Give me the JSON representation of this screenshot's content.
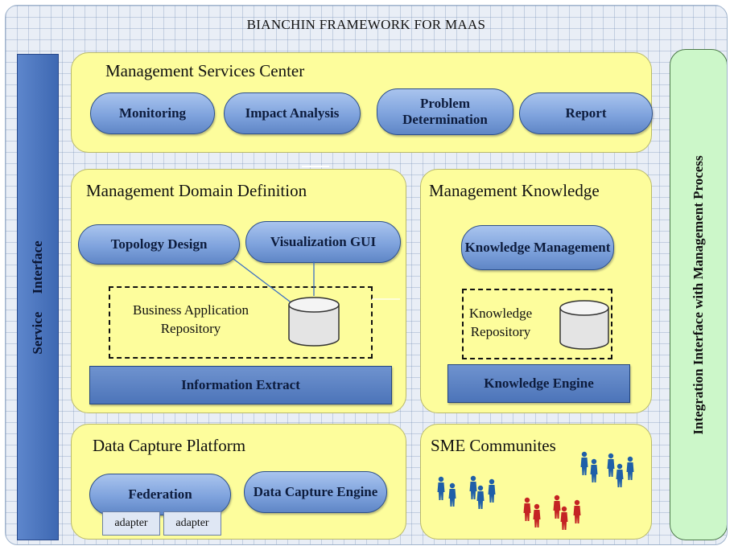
{
  "title": "BIANCHIN FRAMEWORK FOR MAAS",
  "left_bar": {
    "label": "Service    Interface"
  },
  "right_bar": {
    "label": "Integration Interface with Management Process"
  },
  "management_services_center": {
    "title": "Management Services Center",
    "buttons": [
      "Monitoring",
      "Impact Analysis",
      "Problem Determination",
      "Report"
    ]
  },
  "management_domain_definition": {
    "title": "Management Domain Definition",
    "topology_design": "Topology Design",
    "visualization_gui": "Visualization GUI",
    "repository_label": "Business Application Repository",
    "information_extract": "Information Extract"
  },
  "management_knowledge": {
    "title": "Management Knowledge",
    "knowledge_management": "Knowledge Management",
    "repository_label": "Knowledge Repository",
    "knowledge_engine": "Knowledge Engine"
  },
  "data_capture_platform": {
    "title": "Data Capture Platform",
    "federation": "Federation",
    "data_capture_engine": "Data Capture Engine",
    "adapters": [
      "adapter",
      "adapter"
    ]
  },
  "sme_communities": {
    "title": "SME Communites",
    "colors": {
      "blue_people": "#1f5fa8",
      "red_people": "#c42424"
    }
  },
  "colors": {
    "panel_fill": "#fdfd9c",
    "pill_blue": "#7fa3dd",
    "service_bar": "#4a74bd",
    "integration_bar": "#ccf7c9"
  }
}
